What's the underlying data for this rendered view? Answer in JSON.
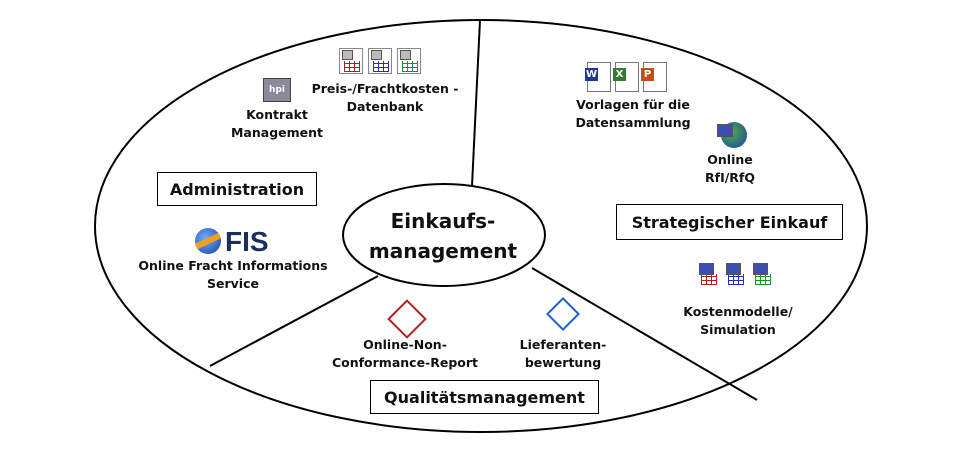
{
  "center": {
    "line1": "Einkaufs-",
    "line2": "management"
  },
  "sections": {
    "administration": {
      "label": "Administration",
      "items": [
        {
          "line1": "Kontrakt",
          "line2": "Management",
          "icon": "hpi-archive-icon"
        },
        {
          "line1": "Preis-/Frachtkosten -",
          "line2": "Datenbank",
          "icon": "spreadsheet-icons"
        },
        {
          "line1": "Online Fracht Informations",
          "line2": "Service",
          "icon": "fis-logo",
          "logo_text": "FIS"
        }
      ]
    },
    "strategic": {
      "label": "Strategischer Einkauf",
      "items": [
        {
          "line1": "Vorlagen für die",
          "line2": "Datensammlung",
          "icon": "office-documents-icons",
          "doc_letters": [
            "W",
            "X",
            "P"
          ]
        },
        {
          "line1": "Online",
          "line2": "RfI/RfQ",
          "icon": "globe-computer-icon"
        },
        {
          "line1": "Kostenmodelle/",
          "line2": "Simulation",
          "icon": "computer-spreadsheet-icons"
        }
      ]
    },
    "quality": {
      "label": "Qualitätsmanagement",
      "items": [
        {
          "line1": "Online-Non-",
          "line2": "Conformance-Report",
          "icon": "report-icon"
        },
        {
          "line1": "Lieferanten-",
          "line2": "bewertung",
          "icon": "evaluation-icon"
        }
      ]
    }
  },
  "colors": {
    "red": "#b02020",
    "blue": "#2030c0",
    "green": "#20902a",
    "fis": "#1d2f5e"
  }
}
